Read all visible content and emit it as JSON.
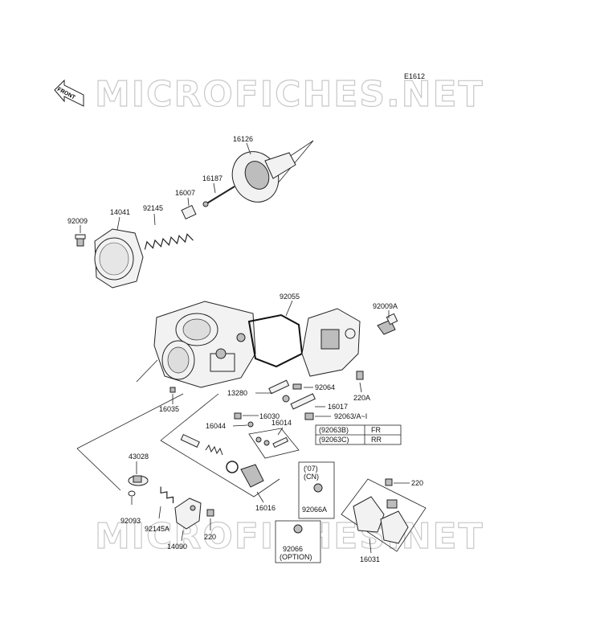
{
  "diagram_code": "E1612",
  "front_indicator": "FRONT",
  "watermark_text": "MICROFICHES.NET",
  "parts": {
    "p16126": "16126",
    "p16187": "16187",
    "p16007": "16007",
    "p92145": "92145",
    "p14041": "14041",
    "p92009": "92009",
    "p92055": "92055",
    "p92009A": "92009A",
    "p13280": "13280",
    "p92064": "92064",
    "p220A": "220A",
    "p16017": "16017",
    "p92063": "92063/A~I",
    "p16035": "16035",
    "p16030": "16030",
    "p16044": "16044",
    "p16014": "16014",
    "p43028": "43028",
    "p92093": "92093",
    "p92145A": "92145A",
    "p14090": "14090",
    "p220a": "220",
    "p16016": "16016",
    "p92066A": "92066A",
    "p92066": "92066",
    "p220b": "220",
    "p16031": "16031"
  },
  "jet_table": {
    "rows": [
      {
        "part": "(92063B)",
        "pos": "FR"
      },
      {
        "part": "(92063C)",
        "pos": "RR"
      }
    ]
  },
  "notes": {
    "cn_line1": "('07)",
    "cn_line2": "(CN)",
    "option_line": "(OPTION)"
  }
}
